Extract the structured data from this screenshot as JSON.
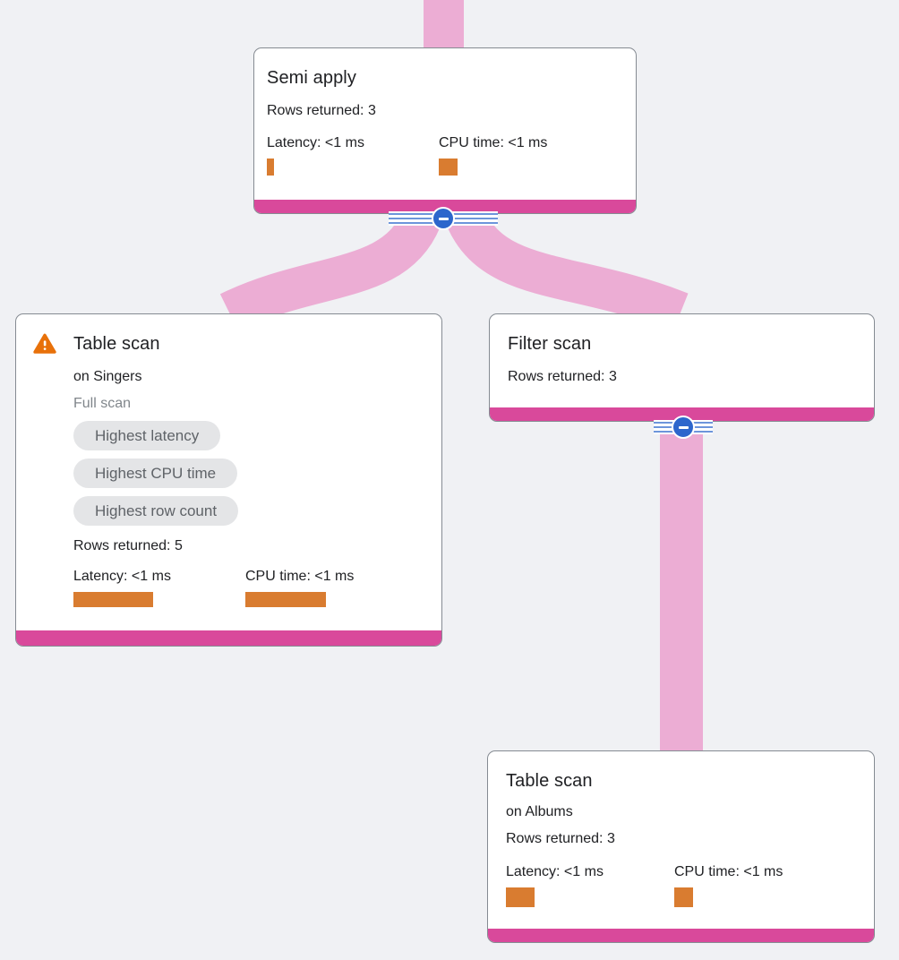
{
  "app": "query-execution-plan-visualizer",
  "colors": {
    "background": "#f0f1f4",
    "edge_pink": "#ecadd4",
    "node_accent_magenta": "#d9499b",
    "metric_bar_orange": "#d97c30",
    "warning_orange": "#e8710a",
    "badge_background": "#e4e5e7",
    "badge_text": "#5f6368",
    "collapse_button_blue": "#2d66cc",
    "card_border": "#858b92"
  },
  "icons": {
    "warning": "warning-triangle",
    "collapse": "minus-in-circle"
  },
  "nodes": {
    "semi_apply": {
      "title": "Semi apply",
      "rows_returned": "Rows returned: 3",
      "latency": "Latency: <1 ms",
      "cpu": "CPU time: <1 ms"
    },
    "table_scan_singers": {
      "title": "Table scan",
      "target": "on Singers",
      "scan_mode": "Full scan",
      "badges": [
        "Highest latency",
        "Highest CPU time",
        "Highest row count"
      ],
      "rows_returned": "Rows returned: 5",
      "latency": "Latency: <1 ms",
      "cpu": "CPU time: <1 ms"
    },
    "filter_scan": {
      "title": "Filter scan",
      "rows_returned": "Rows returned: 3"
    },
    "table_scan_albums": {
      "title": "Table scan",
      "target": "on Albums",
      "rows_returned": "Rows returned: 3",
      "latency": "Latency: <1 ms",
      "cpu": "CPU time: <1 ms"
    }
  }
}
